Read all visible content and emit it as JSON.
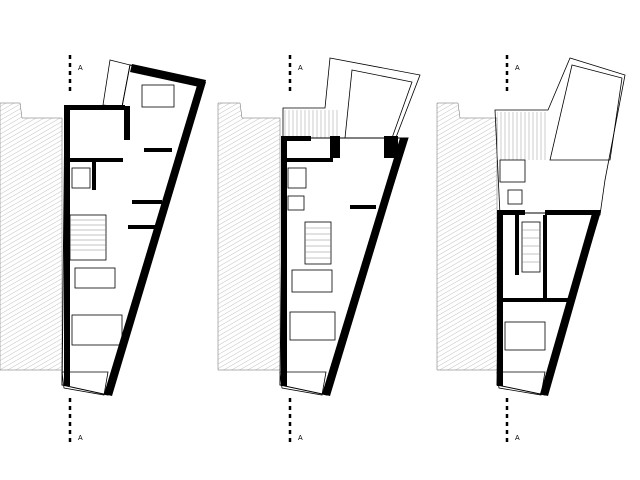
{
  "drawing": {
    "section_marker": "A",
    "plans": [
      {
        "name": "floor-plan-1"
      },
      {
        "name": "floor-plan-2"
      },
      {
        "name": "floor-plan-3"
      }
    ]
  }
}
